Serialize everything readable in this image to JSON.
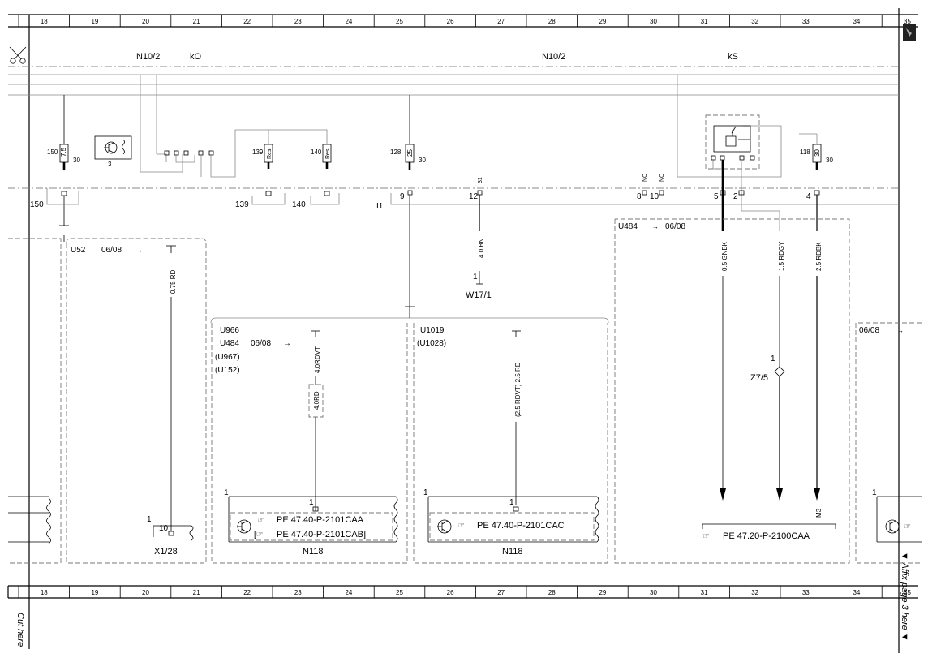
{
  "grid_columns": [
    "18",
    "19",
    "20",
    "21",
    "22",
    "23",
    "24",
    "25",
    "26",
    "27",
    "28",
    "29",
    "30",
    "31",
    "32",
    "33",
    "34",
    "35"
  ],
  "components": {
    "n10_2_left": "N10/2",
    "k0": "kO",
    "n10_2_right": "N10/2",
    "ks": "kS",
    "w17_1": "W17/1",
    "z7_5": "Z7/5",
    "x1_28": "X1/28",
    "n118_a": "N118",
    "n118_b": "N118",
    "m3": "M3",
    "i1": "I1"
  },
  "fuses": [
    {
      "id": "150",
      "rating": "7.5",
      "terminal": "30"
    },
    {
      "id": "139",
      "rating": "Res",
      "terminal": ""
    },
    {
      "id": "140",
      "rating": "Res",
      "terminal": ""
    },
    {
      "id": "128",
      "rating": "25",
      "terminal": "30"
    },
    {
      "id": "118",
      "rating": "30",
      "terminal": "30"
    }
  ],
  "connector_pins": {
    "p150": "150",
    "p139": "139",
    "p140": "140",
    "p9": "9",
    "p12": "12",
    "p31": "31",
    "p8": "8",
    "p10": "10",
    "nc1": "NC",
    "nc2": "NC",
    "p5": "5",
    "p2": "2",
    "p4": "4",
    "p3": "3",
    "w17_pin": "1",
    "z7_pin": "1",
    "x1_pin1": "1",
    "x1_pin10": "10",
    "n118a_pin1": "1",
    "n118a_pinb": "1",
    "n118b_pin1": "1",
    "n118b_pinb": "1",
    "right_pin1": "1"
  },
  "wires": {
    "w_bn": "4.0 BN",
    "w_075rd": "0.75 RD",
    "w_40rdvt": "4.0RDVT",
    "w_40rd": "4.0RD",
    "w_25rdvt": "(2.5 RDVT) 2.5 RD",
    "w_05gnbk": "0.5 GNBK",
    "w_15rdgy": "1.5 RDGY",
    "w_25rdbk": "2.5 RDBK"
  },
  "variants": {
    "u52": "U52",
    "u52_date": "06/08",
    "u966": "U966",
    "u484_a": "U484",
    "u484_a_date": "06/08",
    "u967": "(U967)",
    "u152": "(U152)",
    "u1019": "U1019",
    "u1028": "(U1028)",
    "u484_b": "U484",
    "u484_b_date": "06/08",
    "right_date": "06/08"
  },
  "references": {
    "pe_caa": "PE 47.40-P-2101CAA",
    "pe_cab": "PE 47.40-P-2101CAB]",
    "pe_cac": "PE 47.40-P-2101CAC",
    "pe_2100caa": "PE 47.20-P-2100CAA"
  },
  "margin_notes": {
    "cut_here": "Cut here",
    "affix": "▼ Affix page 3 here ▼"
  }
}
